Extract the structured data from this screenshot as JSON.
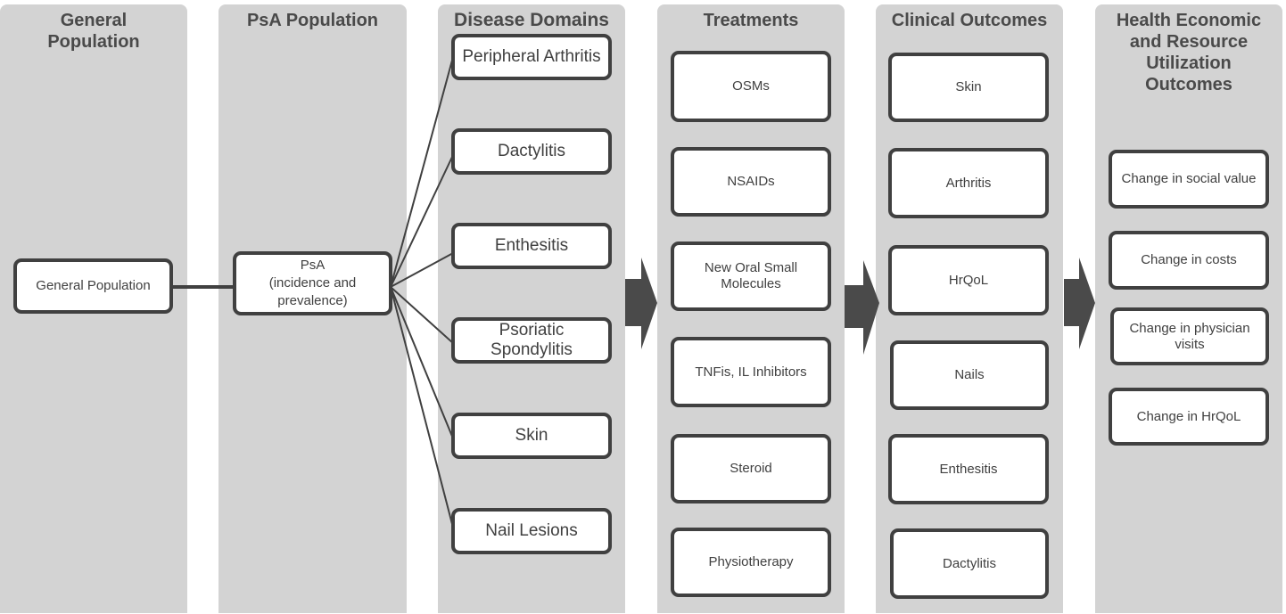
{
  "columns": [
    {
      "title": "General\nPopulation"
    },
    {
      "title": "PsA Population"
    },
    {
      "title": "Disease Domains"
    },
    {
      "title": "Treatments"
    },
    {
      "title": "Clinical  Outcomes"
    },
    {
      "title": "Health Economic\nand Resource\nUtilization\nOutcomes"
    }
  ],
  "general_population": {
    "label": "General  Population"
  },
  "psa_population": {
    "label": "PsA\n(incidence and\nprevalence)"
  },
  "disease_domains": [
    {
      "label": "Peripheral Arthritis"
    },
    {
      "label": "Dactylitis"
    },
    {
      "label": "Enthesitis"
    },
    {
      "label": "Psoriatic\nSpondylitis"
    },
    {
      "label": "Skin"
    },
    {
      "label": "Nail Lesions"
    }
  ],
  "treatments": [
    {
      "label": "OSMs"
    },
    {
      "label": "NSAIDs"
    },
    {
      "label": "New  Oral Small\nMolecules"
    },
    {
      "label": "TNFis,  IL Inhibitors"
    },
    {
      "label": "Steroid"
    },
    {
      "label": "Physiotherapy"
    }
  ],
  "clinical_outcomes": [
    {
      "label": "Skin"
    },
    {
      "label": "Arthritis"
    },
    {
      "label": "HrQoL"
    },
    {
      "label": "Nails"
    },
    {
      "label": "Enthesitis"
    },
    {
      "label": "Dactylitis"
    }
  ],
  "economic_outcomes": [
    {
      "label": "Change  in social value"
    },
    {
      "label": "Change  in costs"
    },
    {
      "label": "Change  in physician\nvisits"
    },
    {
      "label": "Change  in HrQoL"
    }
  ],
  "colors": {
    "column_bg": "#d3d3d3",
    "border": "#404040",
    "arrow": "#4a4a4a"
  }
}
